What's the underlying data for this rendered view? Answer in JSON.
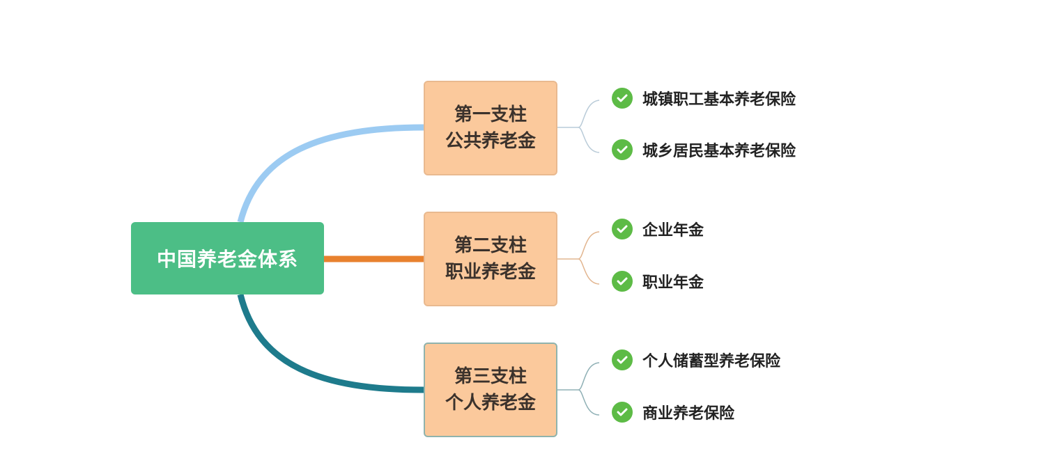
{
  "root": {
    "label": "中国养老金体系"
  },
  "pillars": [
    {
      "line1": "第一支柱",
      "line2": "公共养老金",
      "color": "#9ccbf2",
      "items": [
        "城镇职工基本养老保险",
        "城乡居民基本养老保险"
      ]
    },
    {
      "line1": "第二支柱",
      "line2": "职业养老金",
      "color": "#e8812e",
      "items": [
        "企业年金",
        "职业年金"
      ]
    },
    {
      "line1": "第三支柱",
      "line2": "个人养老金",
      "color": "#1e7b8c",
      "items": [
        "个人储蓄型养老保险",
        "商业养老保险"
      ]
    }
  ],
  "icons": {
    "leaf": "check-circle-icon"
  }
}
